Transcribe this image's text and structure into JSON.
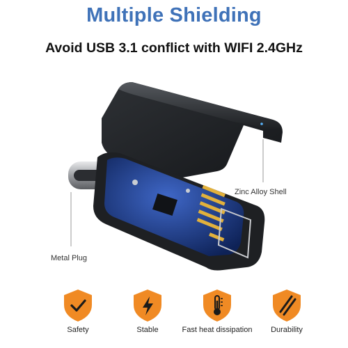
{
  "header": {
    "title": "Multiple Shielding",
    "subtitle": "Avoid USB 3.1 conflict with WIFI 2.4GHz"
  },
  "callouts": {
    "shell": "Zinc Alloy Shell",
    "plug": "Metal Plug"
  },
  "features": [
    {
      "label": "Safety",
      "icon": "checkmark-shield-icon"
    },
    {
      "label": "Stable",
      "icon": "lightning-shield-icon"
    },
    {
      "label": "Fast heat dissipation",
      "icon": "thermometer-shield-icon"
    },
    {
      "label": "Durability",
      "icon": "diagonal-lines-shield-icon"
    }
  ],
  "colors": {
    "title_blue": "#3f72b8",
    "badge_orange": "#f08a24",
    "shell_dark": "#2a2d31",
    "pcb_blue": "#1c3f8f",
    "gold_pins": "#e2b13c"
  }
}
